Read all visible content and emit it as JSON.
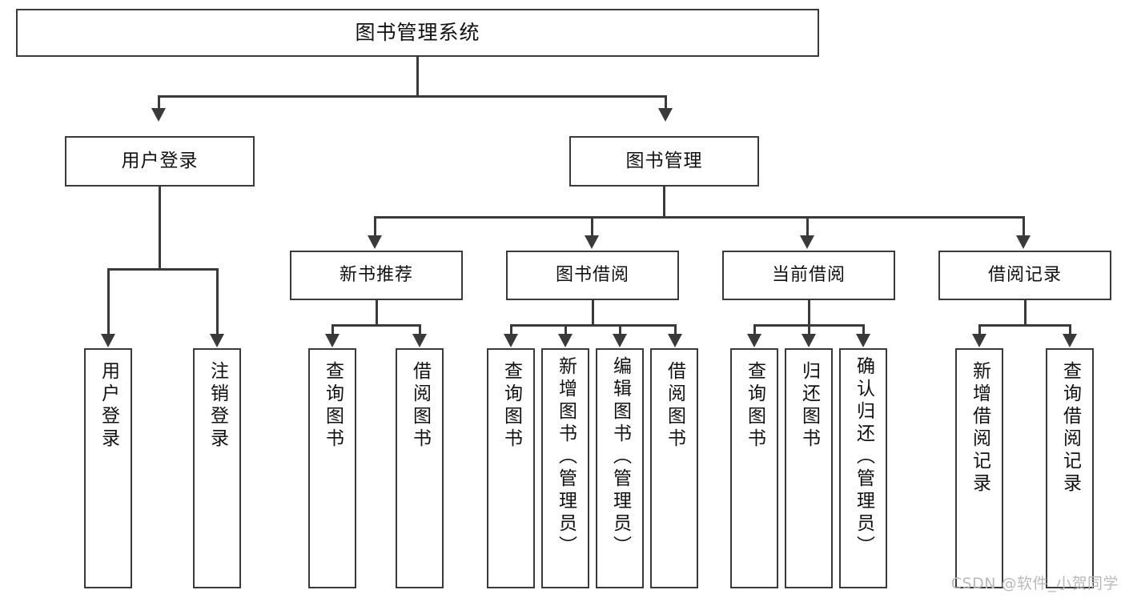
{
  "diagram": {
    "type": "tree",
    "title": "图书管理系统",
    "root": {
      "label": "图书管理系统"
    },
    "level2": [
      {
        "label": "用户登录"
      },
      {
        "label": "图书管理"
      }
    ],
    "level3": [
      {
        "label": "新书推荐"
      },
      {
        "label": "图书借阅"
      },
      {
        "label": "当前借阅"
      },
      {
        "label": "借阅记录"
      }
    ],
    "leaves": {
      "user_login": [
        {
          "label": "用户登录"
        },
        {
          "label": "注销登录"
        }
      ],
      "new_book_recommend": [
        {
          "label": "查询图书"
        },
        {
          "label": "借阅图书"
        }
      ],
      "book_borrow": [
        {
          "label": "查询图书"
        },
        {
          "label": "新增图书（管理员）"
        },
        {
          "label": "编辑图书（管理员）"
        },
        {
          "label": "借阅图书"
        }
      ],
      "current_borrow": [
        {
          "label": "查询图书"
        },
        {
          "label": "归还图书"
        },
        {
          "label": "确认归还（管理员）"
        }
      ],
      "borrow_record": [
        {
          "label": "新增借阅记录"
        },
        {
          "label": "查询借阅记录"
        }
      ]
    }
  },
  "watermark": {
    "text": "CSDN @软件_小贺同学"
  },
  "colors": {
    "stroke": "#3a3a3a",
    "text": "#111111",
    "background": "#ffffff",
    "watermark": "#b9b9b9"
  }
}
